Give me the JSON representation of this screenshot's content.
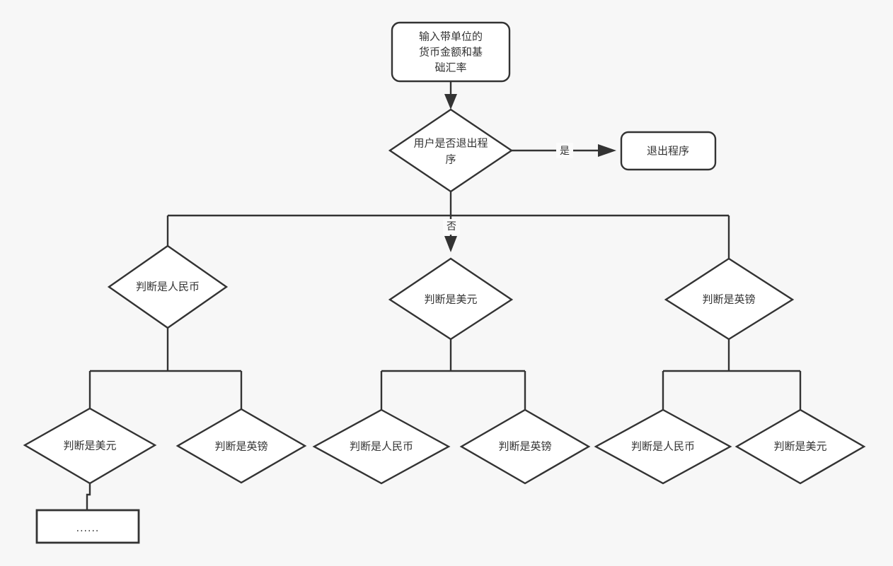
{
  "diagram": {
    "title": "",
    "type": "flowchart",
    "background_color": "#f7f7f7",
    "stroke_color": "#333333",
    "node_fill_color": "#ffffff"
  },
  "nodes": {
    "input": {
      "shape": "rounded-rectangle",
      "line1": "输入带单位的",
      "line2": "货币金额和基",
      "line3": "础汇率"
    },
    "decision_exit": {
      "shape": "diamond",
      "line1": "用户是否退出程",
      "line2": "序"
    },
    "exit_program": {
      "shape": "rounded-rectangle",
      "label": "退出程序"
    },
    "branch_cny": {
      "shape": "diamond",
      "label": "判断是人民币"
    },
    "branch_usd": {
      "shape": "diamond",
      "label": "判断是美元"
    },
    "branch_gbp": {
      "shape": "diamond",
      "label": "判断是英镑"
    },
    "cny_to_usd": {
      "shape": "diamond",
      "label": "判断是美元"
    },
    "cny_to_gbp": {
      "shape": "diamond",
      "label": "判断是英镑"
    },
    "usd_to_cny": {
      "shape": "diamond",
      "label": "判断是人民币"
    },
    "usd_to_gbp": {
      "shape": "diamond",
      "label": "判断是英镑"
    },
    "gbp_to_cny": {
      "shape": "diamond",
      "label": "判断是人民币"
    },
    "gbp_to_usd": {
      "shape": "diamond",
      "label": "判断是美元"
    },
    "ellipsis": {
      "shape": "rectangle",
      "label": "......"
    }
  },
  "edge_labels": {
    "yes": "是",
    "no": "否"
  }
}
